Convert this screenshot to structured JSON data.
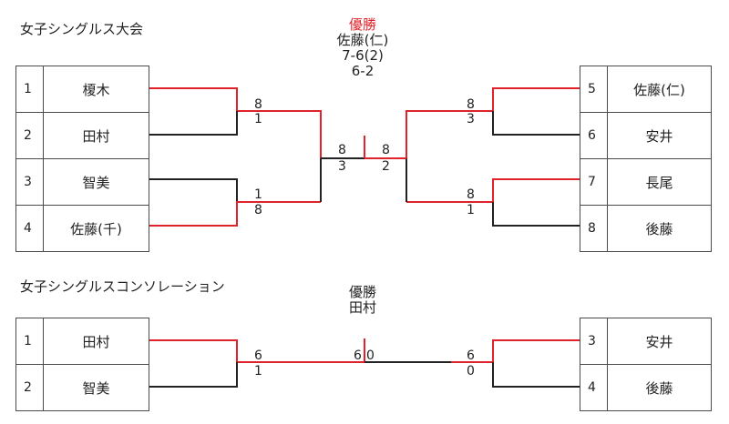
{
  "main": {
    "title": "女子シングルス大会",
    "champion_label": "優勝",
    "champion_name": "佐藤(仁)",
    "final_scores": [
      "7-6(2)",
      "6-2"
    ],
    "left_players": [
      {
        "seed": "1",
        "name": "榎木"
      },
      {
        "seed": "2",
        "name": "田村"
      },
      {
        "seed": "3",
        "name": "智美"
      },
      {
        "seed": "4",
        "name": "佐藤(千)"
      }
    ],
    "right_players": [
      {
        "seed": "5",
        "name": "佐藤(仁)"
      },
      {
        "seed": "6",
        "name": "安井"
      },
      {
        "seed": "7",
        "name": "長尾"
      },
      {
        "seed": "8",
        "name": "後藤"
      }
    ],
    "scores": {
      "l_m1_top": "8",
      "l_m1_bot": "1",
      "l_m2_top": "1",
      "l_m2_bot": "8",
      "r_m1_top": "8",
      "r_m1_bot": "3",
      "r_m2_top": "8",
      "r_m2_bot": "1",
      "sf_left_top": "8",
      "sf_left_bot": "3",
      "sf_right_top": "8",
      "sf_right_bot": "2"
    }
  },
  "consolation": {
    "title": "女子シングルスコンソレーション",
    "champion_label": "優勝",
    "champion_name": "田村",
    "left_players": [
      {
        "seed": "1",
        "name": "田村"
      },
      {
        "seed": "2",
        "name": "智美"
      }
    ],
    "right_players": [
      {
        "seed": "3",
        "name": "安井"
      },
      {
        "seed": "4",
        "name": "後藤"
      }
    ],
    "scores": {
      "l_top": "6",
      "l_bot": "1",
      "r_top": "6",
      "r_bot": "0",
      "final_left": "6",
      "final_right": "0"
    }
  },
  "colors": {
    "winner_line": "#e0232a",
    "loser_line": "#222222"
  }
}
